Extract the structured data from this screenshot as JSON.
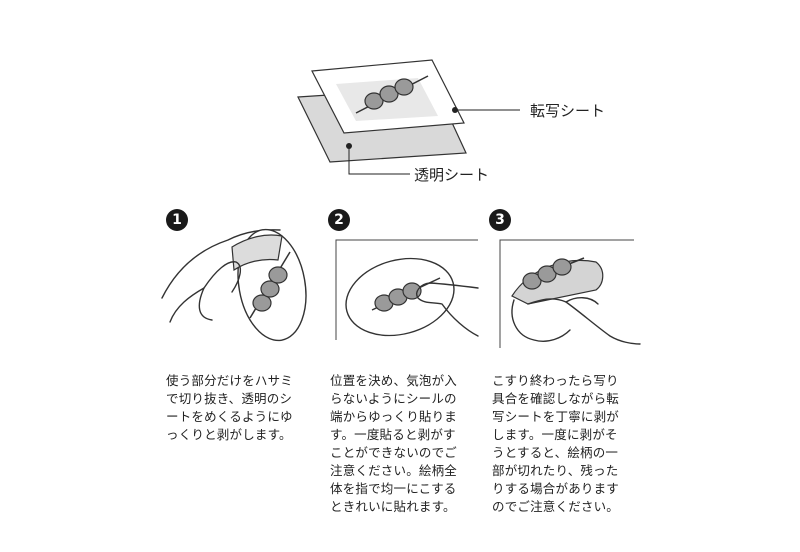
{
  "top_diagram": {
    "transfer_sheet_label": "転写シート",
    "clear_sheet_label": "透明シート"
  },
  "steps": [
    {
      "number": "1",
      "text": "使う部分だけをハサミ\nで切り抜き、透明のシ\nートをめくるようにゆ\nっくりと剥がします。"
    },
    {
      "number": "2",
      "text": "位置を決め、気泡が入\nらないようにシールの\n端からゆっくり貼りま\nす。一度貼ると剥がす\nことができないのでご\n注意ください。絵柄全\n体を指で均一にこする\nときれいに貼れます。"
    },
    {
      "number": "3",
      "text": "こすり終わったら写り\n具合を確認しながら転\n写シートを丁寧に剥が\nします。一度に剥がそ\nうとすると、絵柄の一\n部が切れたり、残った\nりする場合があります\nのでご注意ください。"
    }
  ]
}
